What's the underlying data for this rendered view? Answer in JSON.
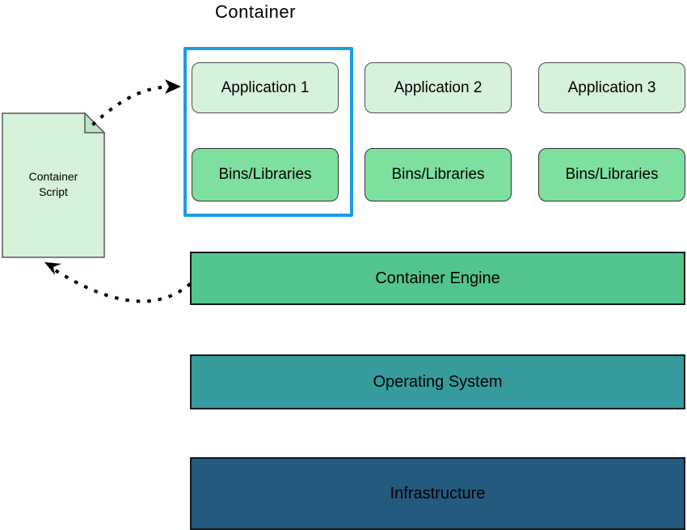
{
  "diagram": {
    "title": "Container",
    "script_doc": {
      "line1": "Container",
      "line2": "Script"
    },
    "columns": [
      {
        "app": "Application 1",
        "bins": "Bins/Libraries"
      },
      {
        "app": "Application 2",
        "bins": "Bins/Libraries"
      },
      {
        "app": "Application 3",
        "bins": "Bins/Libraries"
      }
    ],
    "layers": [
      {
        "label": "Container Engine",
        "color": "#52c48e"
      },
      {
        "label": "Operating System",
        "color": "#359b9c"
      },
      {
        "label": "Infrastructure",
        "color": "#235a7e"
      }
    ],
    "colors": {
      "application_fill": "#d7f2da",
      "bins_fill": "#7ee09e",
      "container_outline": "#189de8",
      "document_fill": "#d7f2da",
      "document_fold": "#bce4c5",
      "text": "#000000"
    },
    "connectors": [
      {
        "name": "script-to-container",
        "style": "dotted-arrow"
      },
      {
        "name": "engine-to-script",
        "style": "dotted-arrow"
      }
    ]
  }
}
